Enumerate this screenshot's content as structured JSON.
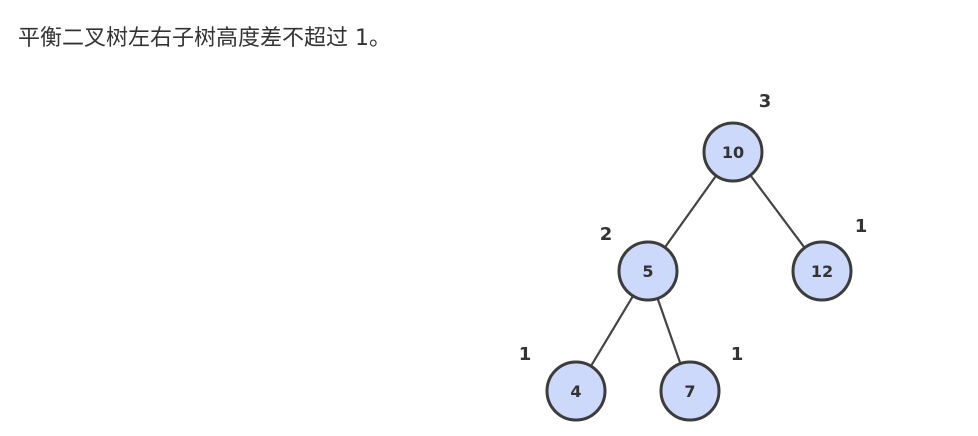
{
  "caption": "平衡二叉树左右子树高度差不超过 1。",
  "colors": {
    "node_fill": "#cdd9fb",
    "node_stroke": "#3c3c3c",
    "edge": "#444444",
    "text": "#333333"
  },
  "tree": {
    "nodes": [
      {
        "id": "n10",
        "value": "10",
        "height": "3"
      },
      {
        "id": "n5",
        "value": "5",
        "height": "2"
      },
      {
        "id": "n12",
        "value": "12",
        "height": "1"
      },
      {
        "id": "n4",
        "value": "4",
        "height": "1"
      },
      {
        "id": "n7",
        "value": "7",
        "height": "1"
      }
    ],
    "edges": [
      {
        "from": "n10",
        "to": "n5"
      },
      {
        "from": "n10",
        "to": "n12"
      },
      {
        "from": "n5",
        "to": "n4"
      },
      {
        "from": "n5",
        "to": "n7"
      }
    ]
  }
}
